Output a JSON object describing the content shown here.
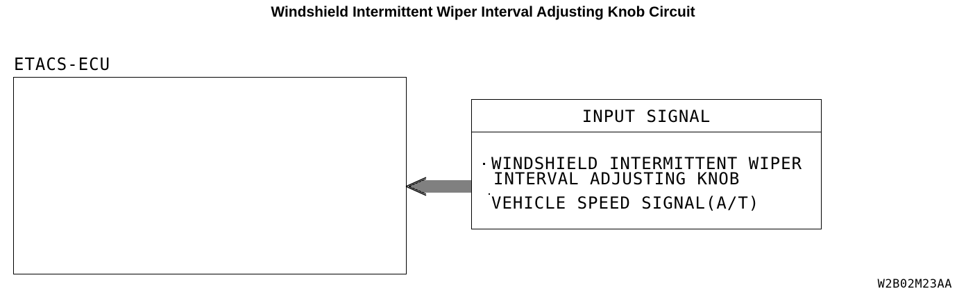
{
  "title": "Windshield Intermittent Wiper Interval Adjusting Knob Circuit",
  "ecu": {
    "label": "ETACS-ECU"
  },
  "input_signal": {
    "header": "INPUT SIGNAL",
    "items": [
      {
        "lines": [
          "WINDSHIELD INTERMITTENT WIPER",
          "INTERVAL ADJUSTING KNOB"
        ]
      },
      {
        "lines": [
          "VEHICLE SPEED SIGNAL(A/T)"
        ]
      }
    ]
  },
  "figure_code": "W2B02M23AA"
}
